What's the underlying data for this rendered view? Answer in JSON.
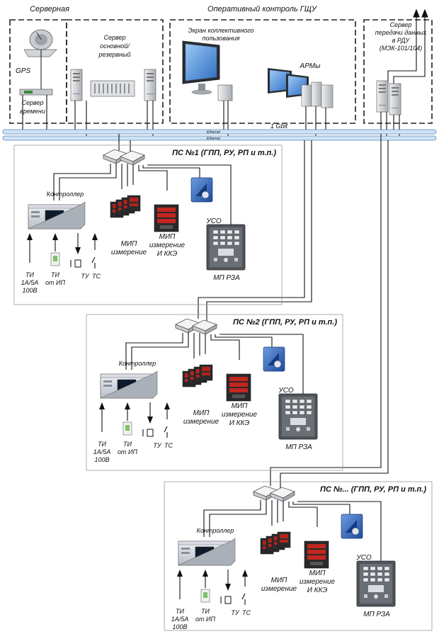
{
  "zones": {
    "server_room": "Серверная",
    "control_center": "Оперативный контроль ГЩУ",
    "rdu_server": [
      "Сервер",
      "передачи данных",
      "в РДУ",
      "(МЭК-101/104)"
    ]
  },
  "top_devices": {
    "gps": "GPS",
    "time_server": [
      "Сервер",
      "времени"
    ],
    "main_server": [
      "Сервер",
      "основной/",
      "резервный"
    ],
    "shared_screen": [
      "Экран коллективного",
      "пользования"
    ],
    "workstations": "АРМы"
  },
  "network": {
    "speed": "1 Gbit",
    "bus_label_1": "Ethernet",
    "bus_label_2": "Ethernet"
  },
  "substations": [
    {
      "title": "ПС №1 (ГПП, РУ, РП и т.п.)",
      "controller": "Контроллер",
      "mip_measure": [
        "МИП",
        "измерение"
      ],
      "mip_kke": [
        "МИП",
        "измерение",
        "И ККЭ"
      ],
      "uso": "УСО",
      "mp_rza": "МП РЗА",
      "ti": [
        "ТИ",
        "1А/5А",
        "100В"
      ],
      "ti_ip": [
        "ТИ",
        "от ИП"
      ],
      "tu": "ТУ",
      "ts": "ТС"
    },
    {
      "title": "ПС №2 (ГПП, РУ, РП и т.п.)",
      "controller": "Контроллер",
      "mip_measure": [
        "МИП",
        "измерение"
      ],
      "mip_kke": [
        "МИП",
        "измерение",
        "И ККЭ"
      ],
      "uso": "УСО",
      "mp_rza": "МП РЗА",
      "ti": [
        "ТИ",
        "1А/5А",
        "100В"
      ],
      "ti_ip": [
        "ТИ",
        "от ИП"
      ],
      "tu": "ТУ",
      "ts": "ТС"
    },
    {
      "title": "ПС №... (ГПП, РУ, РП и т.п.)",
      "controller": "Контроллер",
      "mip_measure": [
        "МИП",
        "измерение"
      ],
      "mip_kke": [
        "МИП",
        "измерение",
        "И ККЭ"
      ],
      "uso": "УСО",
      "mp_rza": "МП РЗА",
      "ti": [
        "ТИ",
        "1А/5А",
        "100В"
      ],
      "ti_ip": [
        "ТИ",
        "от ИП"
      ],
      "tu": "ТУ",
      "ts": "ТС"
    }
  ],
  "colors": {
    "bus_fill": "#cfe3f5",
    "bus_stroke": "#5a86b8",
    "uso_blue": "#2f5fb0",
    "device_gray": "#c8ccd2",
    "rza_dark": "#3a3d44",
    "screen_blue": "#4f8ed8"
  }
}
